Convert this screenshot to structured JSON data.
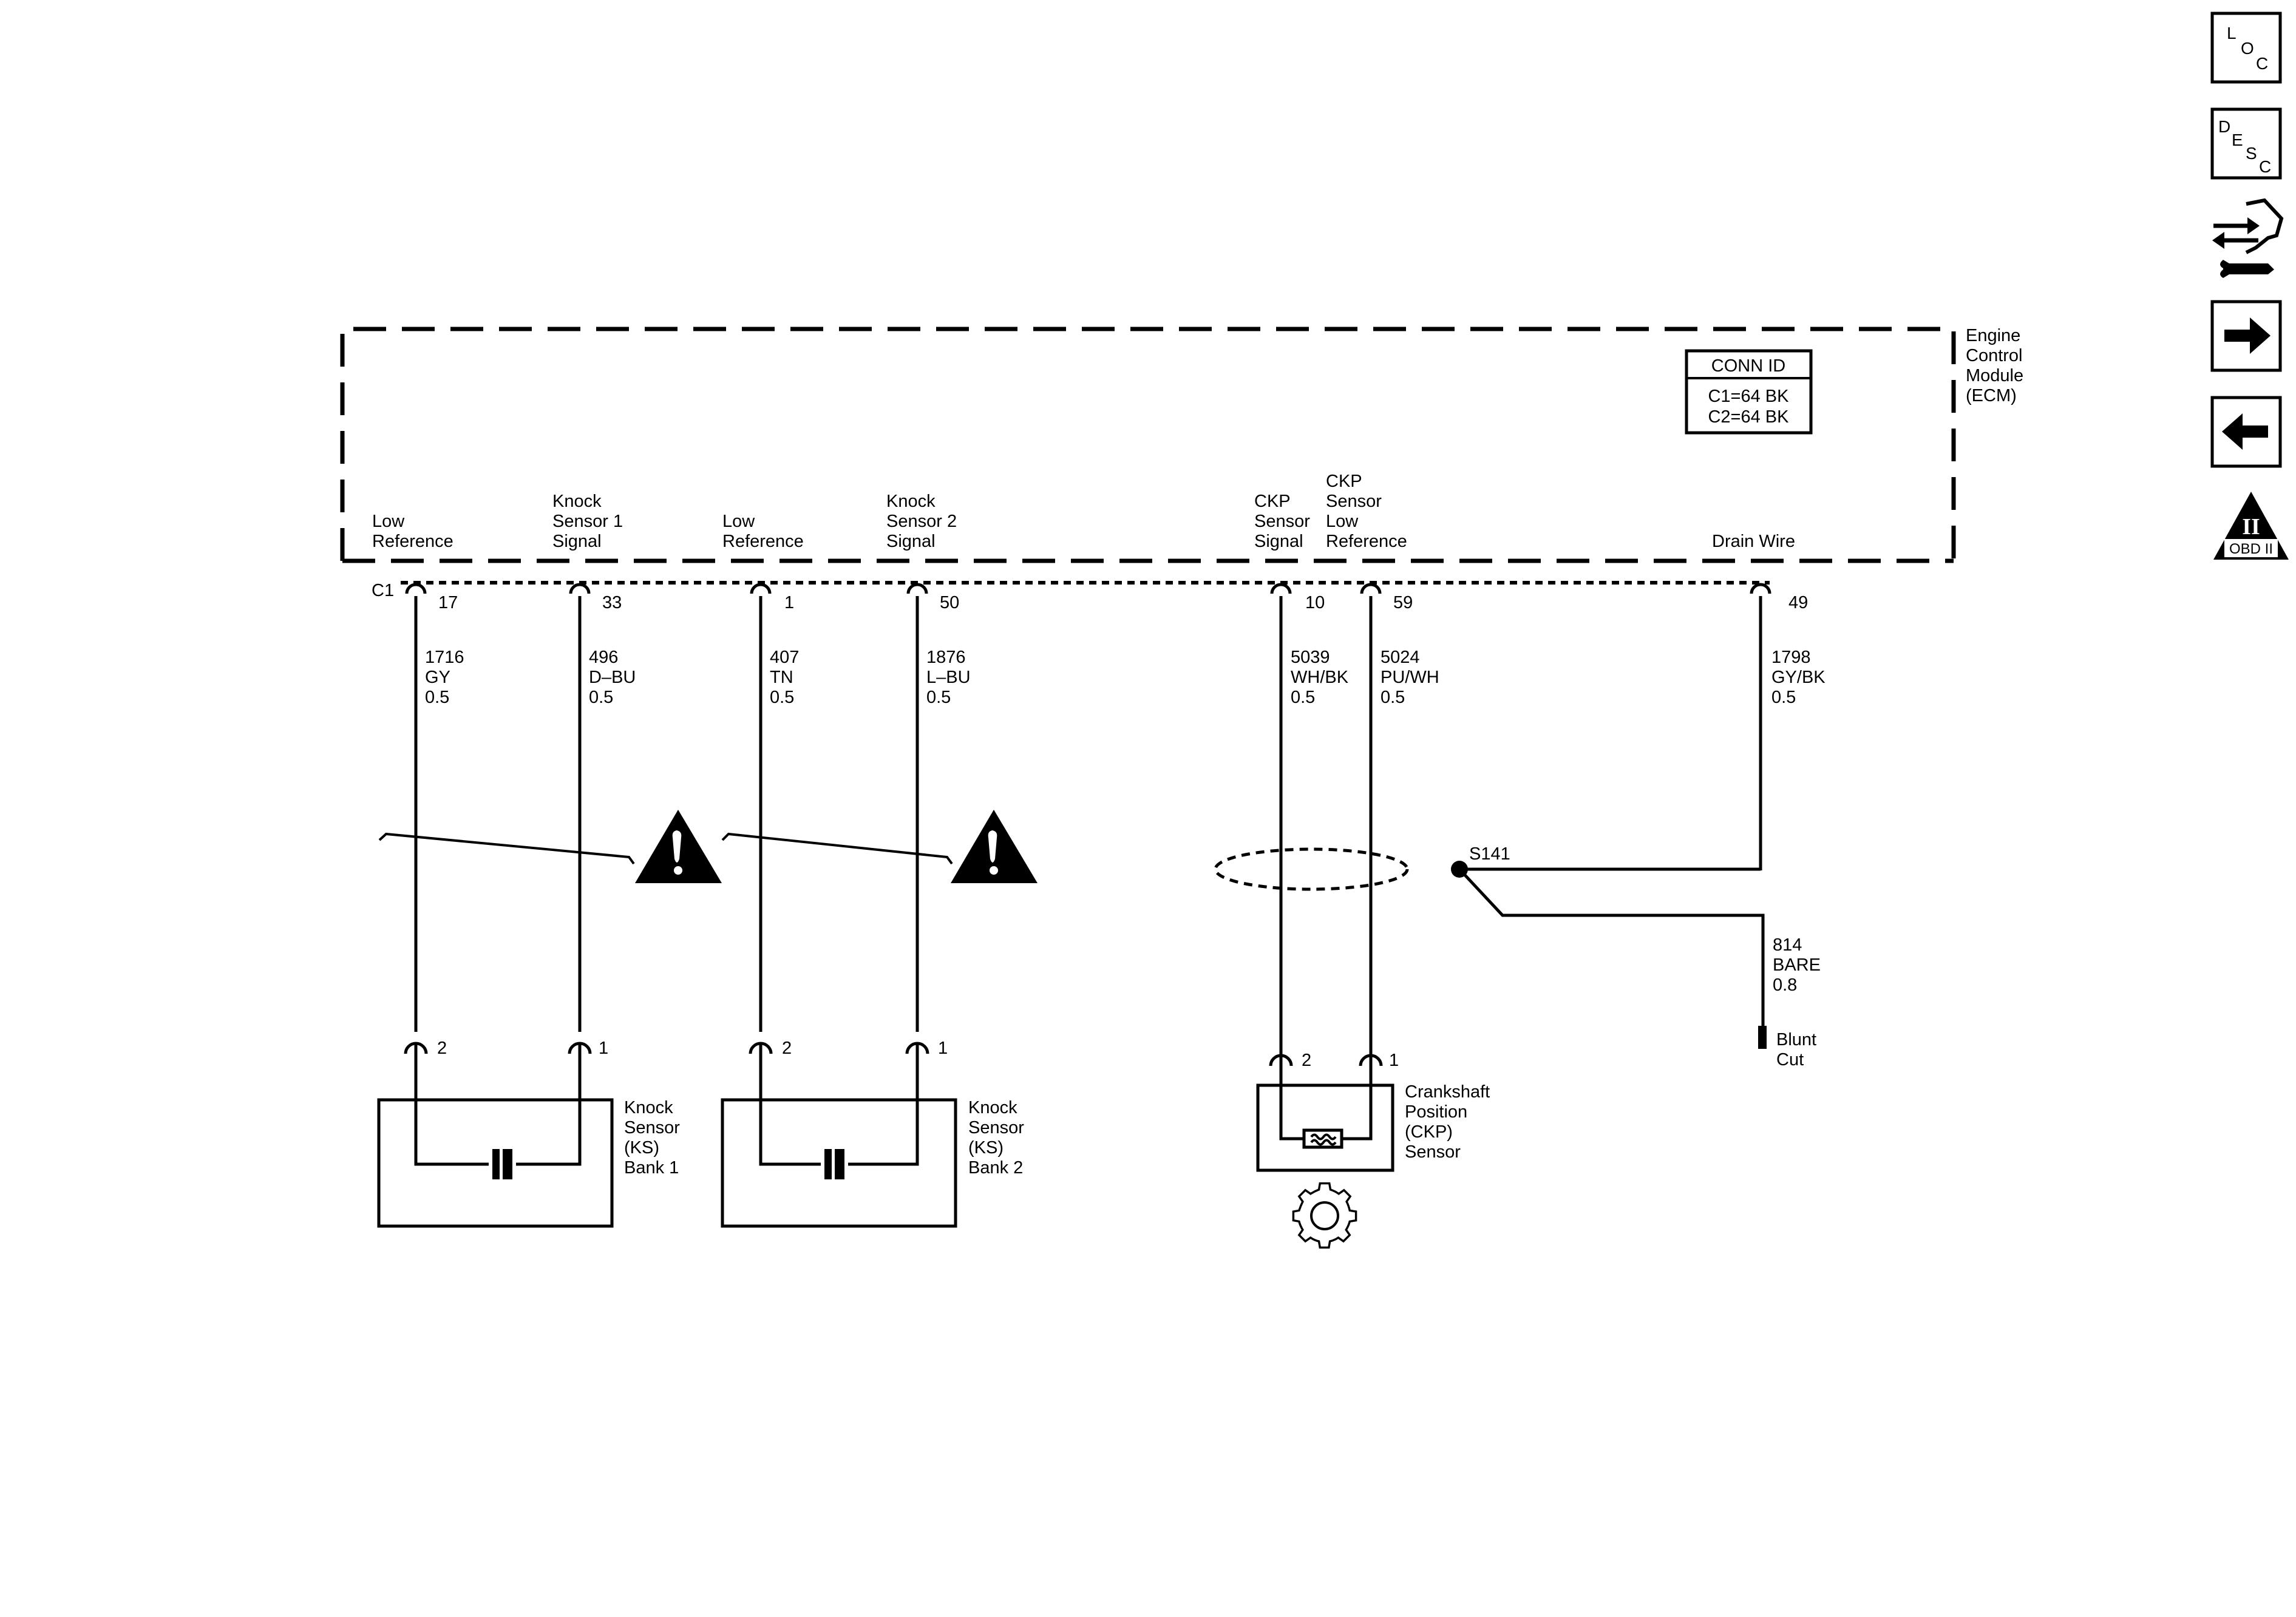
{
  "ecm": {
    "name": [
      "Engine",
      "Control",
      "Module",
      "(ECM)"
    ],
    "connector": "C1",
    "conn_id": {
      "title": "CONN ID",
      "lines": [
        "C1=64 BK",
        "C2=64 BK"
      ]
    },
    "pins": [
      {
        "label": [
          "Low",
          "Reference"
        ],
        "pin": "17",
        "circuit": "1716",
        "color": "GY",
        "gauge": "0.5"
      },
      {
        "label": [
          "Knock",
          "Sensor 1",
          "Signal"
        ],
        "pin": "33",
        "circuit": "496",
        "color": "D–BU",
        "gauge": "0.5"
      },
      {
        "label": [
          "Low",
          "Reference"
        ],
        "pin": "1",
        "circuit": "407",
        "color": "TN",
        "gauge": "0.5"
      },
      {
        "label": [
          "Knock",
          "Sensor 2",
          "Signal"
        ],
        "pin": "50",
        "circuit": "1876",
        "color": "L–BU",
        "gauge": "0.5"
      },
      {
        "label": [
          "CKP",
          "Sensor",
          "Signal"
        ],
        "pin": "10",
        "circuit": "5039",
        "color": "WH/BK",
        "gauge": "0.5"
      },
      {
        "label": [
          "CKP",
          "Sensor",
          "Low",
          "Reference"
        ],
        "pin": "59",
        "circuit": "5024",
        "color": "PU/WH",
        "gauge": "0.5"
      },
      {
        "label": [
          "Drain Wire"
        ],
        "pin": "49",
        "circuit": "1798",
        "color": "GY/BK",
        "gauge": "0.5"
      }
    ]
  },
  "splice": {
    "id": "S141",
    "circuit": "814",
    "color": "BARE",
    "gauge": "0.8",
    "end_label": [
      "Blunt",
      "Cut"
    ]
  },
  "components": [
    {
      "name": [
        "Knock",
        "Sensor",
        "(KS)",
        "Bank 1"
      ],
      "pins": [
        "2",
        "1"
      ]
    },
    {
      "name": [
        "Knock",
        "Sensor",
        "(KS)",
        "Bank 2"
      ],
      "pins": [
        "2",
        "1"
      ]
    },
    {
      "name": [
        "Crankshaft",
        "Position",
        "(CKP)",
        "Sensor"
      ],
      "pins": [
        "2",
        "1"
      ]
    }
  ],
  "nav": {
    "loc": [
      "L",
      "O",
      "C"
    ],
    "desc": [
      "D",
      "E",
      "S",
      "C"
    ],
    "obd": {
      "roman": "II",
      "label": "OBD II"
    }
  }
}
